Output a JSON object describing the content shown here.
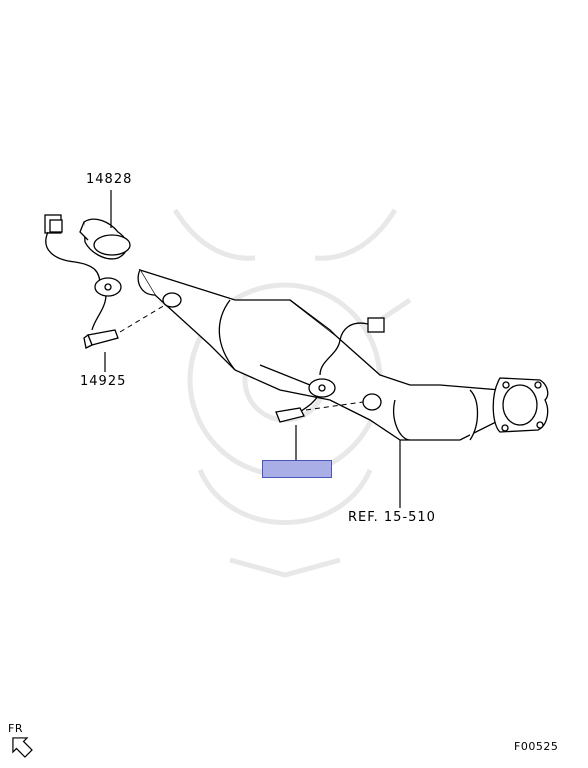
{
  "labels": {
    "cover_part": "14828",
    "front_sensor_part": "14925",
    "reference": "REF. 15-510",
    "front_indicator": "FR",
    "figure_code": "F00525"
  },
  "colors": {
    "line": "#000000",
    "watermark": "#e6e6e6",
    "highlight_fill": "#a9afe6",
    "highlight_border": "#4a55b8"
  }
}
